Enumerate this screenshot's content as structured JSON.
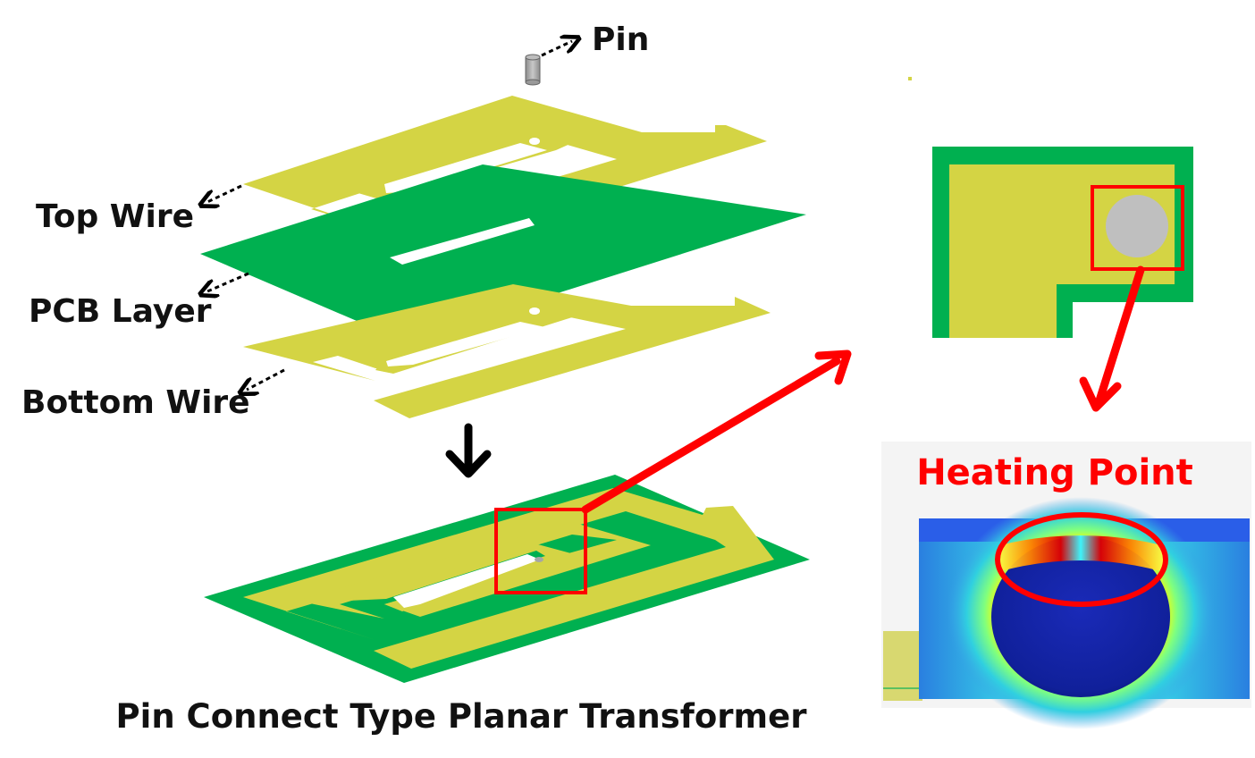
{
  "labels": {
    "pin": "Pin",
    "top_wire": "Top Wire",
    "pcb_layer": "PCB Layer",
    "bottom_wire": "Bottom Wire",
    "caption": "Pin Connect Type Planar Transformer",
    "heating_point": "Heating Point"
  },
  "colors": {
    "copper": "#d4d444",
    "pcb": "#00b050",
    "highlight": "#ff0000",
    "pin": "#a6a6a6",
    "arrow": "#000000"
  }
}
